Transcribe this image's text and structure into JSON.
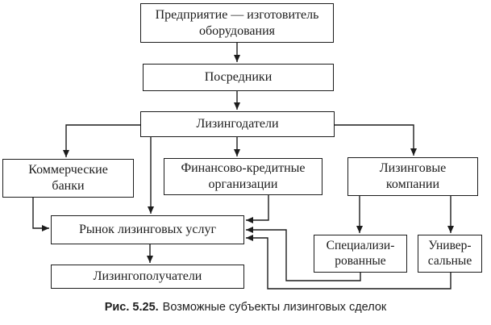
{
  "figure": {
    "caption_prefix": "Рис. 5.25.",
    "caption_text": "Возможные субъекты лизинговых сделок"
  },
  "colors": {
    "background": "#ffffff",
    "line": "#1c1c1c",
    "box_border": "#1c1c1c",
    "text": "#1c1c1c"
  },
  "boxes": {
    "manufacturer": {
      "label": "Предприятие — изготовитель\nоборудования"
    },
    "intermediaries": {
      "label": "Посредники"
    },
    "lessors": {
      "label": "Лизингодатели"
    },
    "commercial_banks": {
      "label": "Коммерческие\nбанки"
    },
    "financial_credit_orgs": {
      "label": "Финансово-кредитные\nорганизации"
    },
    "leasing_companies": {
      "label": "Лизинговые\nкомпании"
    },
    "leasing_market": {
      "label": "Рынок лизинговых услуг"
    },
    "lessees": {
      "label": "Лизингополучатели"
    },
    "specialized": {
      "label": "Специализи-\nрованные"
    },
    "universal": {
      "label": "Универ-\nсальные"
    }
  }
}
